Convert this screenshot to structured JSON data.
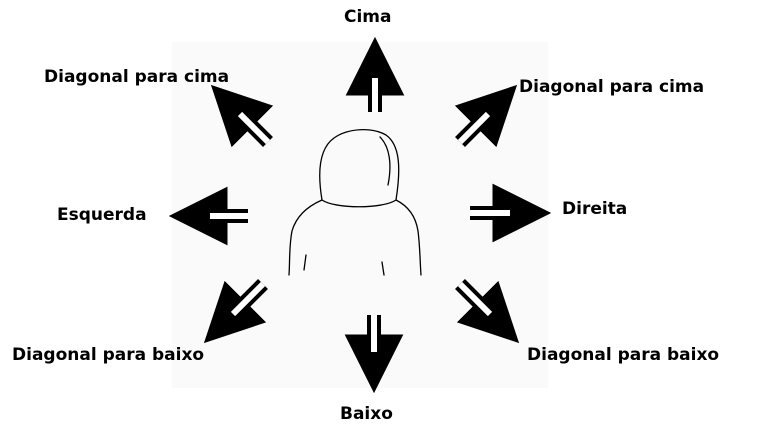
{
  "labels": {
    "up": "Cima",
    "up_left": "Diagonal para cima",
    "up_right": "Diagonal para cima",
    "left": "Esquerda",
    "right": "Direita",
    "down_left": "Diagonal para baixo",
    "down_right": "Diagonal para baixo",
    "down": "Baixo"
  },
  "colors": {
    "ink": "#000000",
    "panel": "#fafafa"
  }
}
